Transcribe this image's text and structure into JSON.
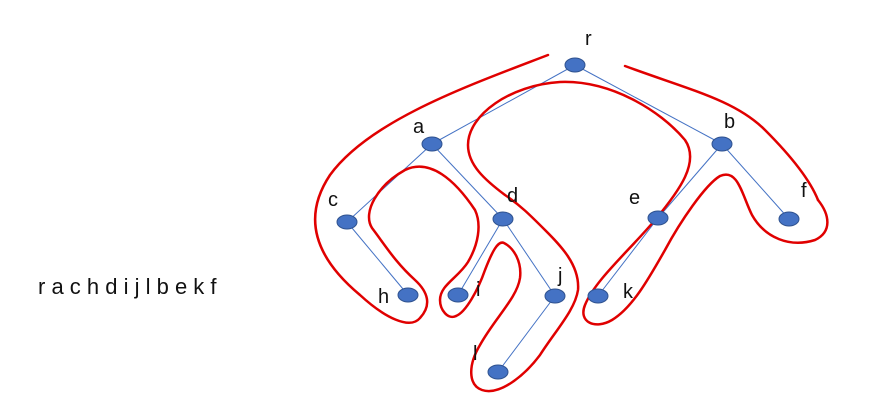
{
  "traversal_text": "r a c h d i j l b e k f",
  "colors": {
    "node_fill": "#4472C4",
    "node_stroke": "#2F528F",
    "edge": "#4472C4",
    "outline": "#E00000"
  },
  "nodes": [
    {
      "id": "r",
      "label": "r"
    },
    {
      "id": "a",
      "label": "a"
    },
    {
      "id": "b",
      "label": "b"
    },
    {
      "id": "c",
      "label": "c"
    },
    {
      "id": "d",
      "label": "d"
    },
    {
      "id": "e",
      "label": "e"
    },
    {
      "id": "f",
      "label": "f"
    },
    {
      "id": "h",
      "label": "h"
    },
    {
      "id": "i",
      "label": "i"
    },
    {
      "id": "j",
      "label": "j"
    },
    {
      "id": "k",
      "label": "k"
    },
    {
      "id": "l",
      "label": "l"
    }
  ],
  "edges": [
    [
      "r",
      "a"
    ],
    [
      "r",
      "b"
    ],
    [
      "a",
      "c"
    ],
    [
      "a",
      "d"
    ],
    [
      "c",
      "h"
    ],
    [
      "d",
      "i"
    ],
    [
      "d",
      "j"
    ],
    [
      "j",
      "l"
    ],
    [
      "b",
      "e"
    ],
    [
      "b",
      "f"
    ],
    [
      "e",
      "k"
    ]
  ]
}
